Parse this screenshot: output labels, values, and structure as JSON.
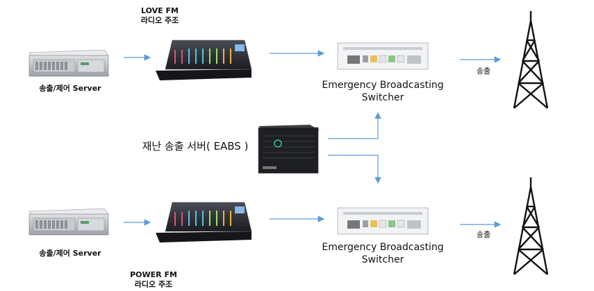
{
  "top": {
    "server_label": "송출/제어 Server",
    "console_title_1": "LOVE FM",
    "console_title_2": "라디오 주조",
    "switcher_label_1": "Emergency Broadcasting",
    "switcher_label_2": "Switcher",
    "tx_label": "송출"
  },
  "bottom": {
    "server_label": "송출/제어 Server",
    "console_title_1": "POWER FM",
    "console_title_2": "라디오 주조",
    "switcher_label_1": "Emergency Broadcasting",
    "switcher_label_2": "Switcher",
    "tx_label": "송출"
  },
  "eabs": {
    "label": "재난 송출 서버( EABS )"
  },
  "colors": {
    "arrow": "#5b9bd5",
    "rack": "#b9bcc2",
    "console_dark": "#2b2d33",
    "tower": "#111111"
  }
}
